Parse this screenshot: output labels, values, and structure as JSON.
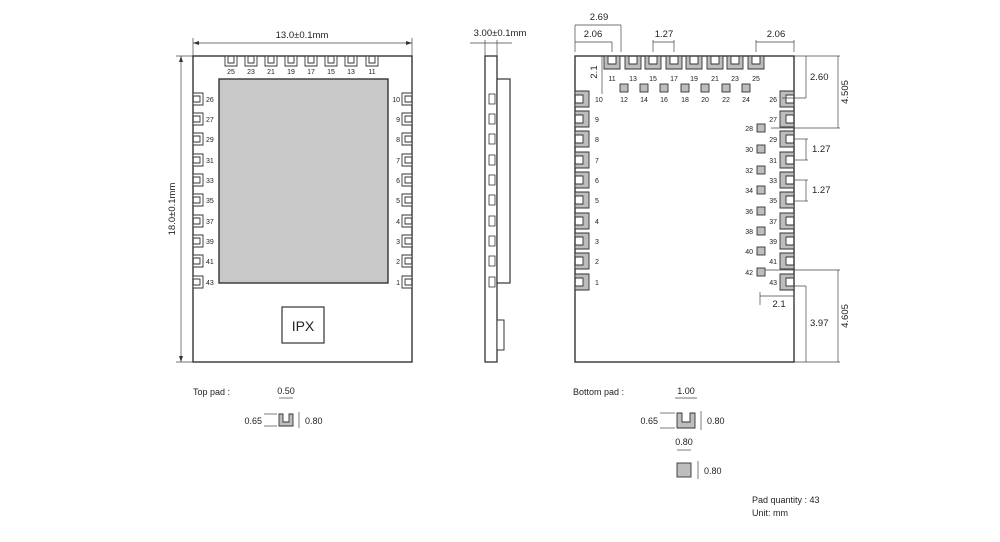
{
  "top_view": {
    "width_dim": "13.0±0.1mm",
    "height_dim": "18.0±0.1mm",
    "top_pin_labels": [
      "25",
      "23",
      "21",
      "19",
      "17",
      "15",
      "13",
      "11"
    ],
    "left_pin_labels": [
      "26",
      "27",
      "29",
      "31",
      "33",
      "35",
      "37",
      "39",
      "41",
      "43"
    ],
    "right_pin_labels": [
      "10",
      "9",
      "8",
      "7",
      "6",
      "5",
      "4",
      "3",
      "2",
      "1"
    ],
    "connector_label": "IPX"
  },
  "side_view": {
    "thickness_dim": "3.00±0.1mm"
  },
  "bottom_view": {
    "dims": {
      "d269": "2.69",
      "d206_left": "2.06",
      "d127_top": "1.27",
      "d206_right": "2.06",
      "d21_left": "2.1",
      "d260": "2.60",
      "d4505": "4.505",
      "d127_a": "1.27",
      "d127_b": "1.27",
      "d21_bottom": "2.1",
      "d397": "3.97",
      "d4605": "4.605"
    },
    "top_pin_labels": [
      "11",
      "13",
      "15",
      "17",
      "19",
      "21",
      "23",
      "25"
    ],
    "inner_row_labels": [
      "12",
      "14",
      "16",
      "18",
      "20",
      "22",
      "24"
    ],
    "left_pin_labels": [
      "10",
      "9",
      "8",
      "7",
      "6",
      "5",
      "4",
      "3",
      "2",
      "1"
    ],
    "right_pin_labels": [
      "26",
      "27",
      "29",
      "31",
      "33",
      "35",
      "37",
      "39",
      "41",
      "43"
    ],
    "inner_col_labels": [
      "28",
      "30",
      "32",
      "34",
      "36",
      "38",
      "40",
      "42"
    ]
  },
  "top_pad": {
    "title": "Top pad :",
    "width": "0.50",
    "left": "0.65",
    "right": "0.80"
  },
  "bottom_pad": {
    "title": "Bottom pad :",
    "width": "1.00",
    "left": "0.65",
    "right": "0.80",
    "square_width": "0.80",
    "square_right": "0.80"
  },
  "notes": {
    "pad_quantity": "Pad quantity : 43",
    "unit": "Unit:   mm"
  }
}
